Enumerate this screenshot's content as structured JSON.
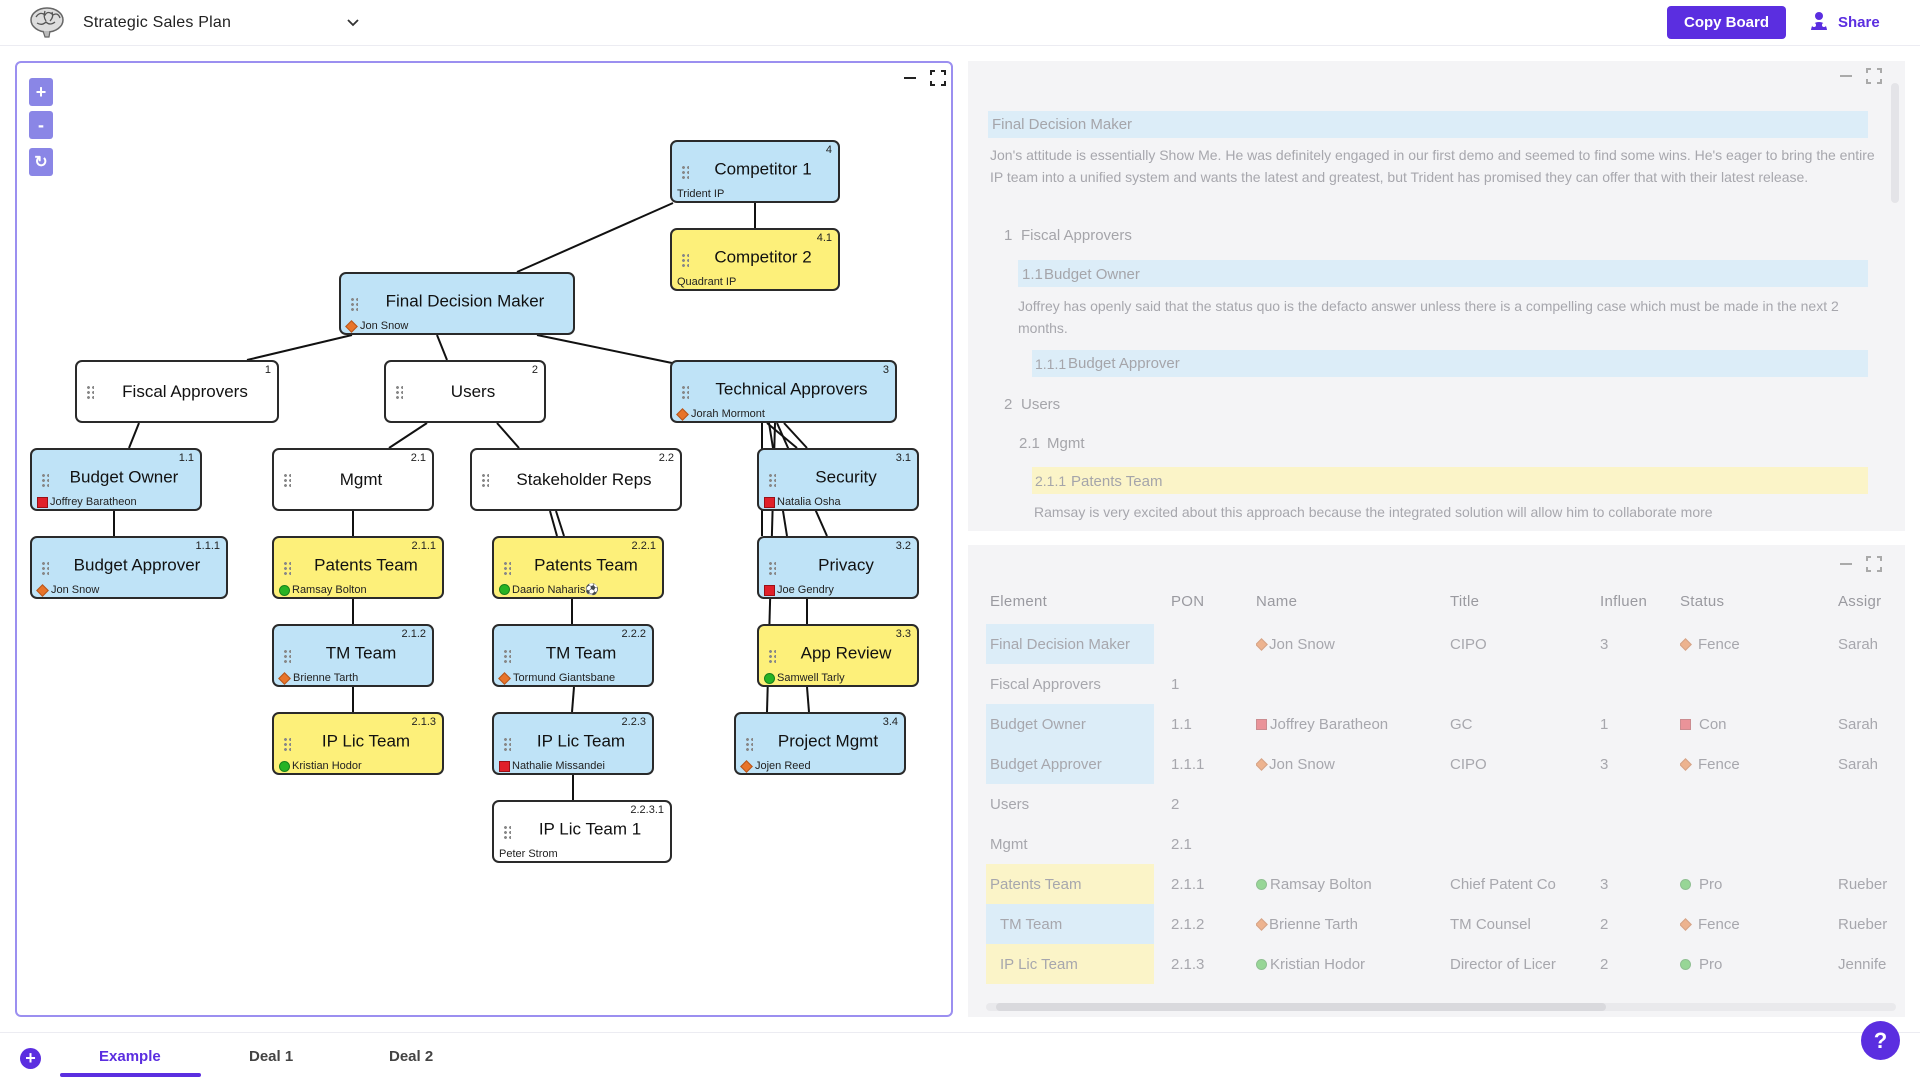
{
  "app": {
    "board_title": "Strategic Sales Plan"
  },
  "header": {
    "copy_board_label": "Copy Board",
    "share_label": "Share"
  },
  "canvas": {
    "zoom_in": "+",
    "zoom_out": "-",
    "reset": "↻",
    "nodes": [
      {
        "id": "comp1",
        "title": "Competitor 1",
        "num": "4",
        "person": "Trident IP",
        "marker": "none",
        "color": "blue"
      },
      {
        "id": "comp2",
        "title": "Competitor 2",
        "num": "4.1",
        "person": "Quadrant IP",
        "marker": "none",
        "color": "yellow"
      },
      {
        "id": "fdm",
        "title": "Final Decision Maker",
        "num": "",
        "person": "Jon Snow",
        "marker": "diamond",
        "color": "blue"
      },
      {
        "id": "fiscal",
        "title": "Fiscal Approvers",
        "num": "1",
        "person": "",
        "marker": "none",
        "color": "white"
      },
      {
        "id": "users",
        "title": "Users",
        "num": "2",
        "person": "",
        "marker": "none",
        "color": "white"
      },
      {
        "id": "tech",
        "title": "Technical Approvers",
        "num": "3",
        "person": "Jorah Mormont",
        "marker": "diamond",
        "color": "blue"
      },
      {
        "id": "bo",
        "title": "Budget Owner",
        "num": "1.1",
        "person": "Joffrey Baratheon",
        "marker": "square",
        "color": "blue"
      },
      {
        "id": "ba",
        "title": "Budget Approver",
        "num": "1.1.1",
        "person": "Jon Snow",
        "marker": "diamond",
        "color": "blue"
      },
      {
        "id": "mgmt",
        "title": "Mgmt",
        "num": "2.1",
        "person": "",
        "marker": "none",
        "color": "white"
      },
      {
        "id": "stake",
        "title": "Stakeholder  Reps",
        "num": "2.2",
        "person": "",
        "marker": "none",
        "color": "white"
      },
      {
        "id": "sec",
        "title": "Security",
        "num": "3.1",
        "person": "Natalia Osha",
        "marker": "square",
        "color": "blue"
      },
      {
        "id": "pt1",
        "title": "Patents Team",
        "num": "2.1.1",
        "person": "Ramsay Bolton",
        "marker": "circle",
        "color": "yellow"
      },
      {
        "id": "pt2",
        "title": "Patents Team",
        "num": "2.2.1",
        "person": "Daario Naharis⚽",
        "marker": "circle",
        "color": "yellow"
      },
      {
        "id": "priv",
        "title": "Privacy",
        "num": "3.2",
        "person": "Joe Gendry",
        "marker": "square",
        "color": "blue"
      },
      {
        "id": "tm1",
        "title": "TM Team",
        "num": "2.1.2",
        "person": "Brienne Tarth",
        "marker": "diamond",
        "color": "blue"
      },
      {
        "id": "tm2",
        "title": "TM Team",
        "num": "2.2.2",
        "person": "Tormund Giantsbane",
        "marker": "diamond",
        "color": "blue"
      },
      {
        "id": "app",
        "title": "App Review",
        "num": "3.3",
        "person": "Samwell Tarly",
        "marker": "circle",
        "color": "yellow"
      },
      {
        "id": "ip1",
        "title": "IP Lic Team",
        "num": "2.1.3",
        "person": "Kristian Hodor",
        "marker": "circle",
        "color": "yellow"
      },
      {
        "id": "ip2",
        "title": "IP Lic Team",
        "num": "2.2.3",
        "person": "Nathalie Missandei",
        "marker": "square",
        "color": "blue"
      },
      {
        "id": "pm",
        "title": "Project Mgmt",
        "num": "3.4",
        "person": "Jojen Reed",
        "marker": "diamond",
        "color": "blue"
      },
      {
        "id": "ip3",
        "title": "IP Lic Team 1",
        "num": "2.2.3.1",
        "person": "Peter Strom",
        "marker": "none",
        "color": "white"
      }
    ]
  },
  "outline": {
    "fdm_heading": "Final Decision Maker",
    "fdm_text": "Jon's attitude is essentially Show Me.  He was definitely engaged in our first demo and seemed to find some wins.  He's eager to bring the entire IP team into a unified system and wants the latest and greatest, but Trident has promised they can offer that with their latest release.",
    "fiscal_num": "1",
    "fiscal": "Fiscal Approvers",
    "bo_num": "1.1",
    "bo": "Budget Owner",
    "bo_text": "Joffrey has openly said that the status quo is the defacto answer unless there is a compelling case which must be made in the next 2 months.",
    "ba_num": "1.1.1",
    "ba": "Budget Approver",
    "users_num": "2",
    "users": "Users",
    "mgmt_num": "2.1",
    "mgmt": "Mgmt",
    "pt_num": "2.1.1",
    "pt": "Patents Team",
    "pt_text": "Ramsay is very excited about this approach because the integrated solution will allow him to collaborate more"
  },
  "table": {
    "headers": [
      "Element",
      "PON",
      "Name",
      "Title",
      "Influen",
      "Status",
      "Assigr"
    ],
    "rows": [
      {
        "element": "Final Decision Maker",
        "color": "blue",
        "pon": "",
        "name": "Jon Snow",
        "marker": "diamond",
        "title": "CIPO",
        "influence": "3",
        "status": "Fence",
        "status_marker": "diamond",
        "assigned": "Sarah"
      },
      {
        "element": "Fiscal Approvers",
        "color": "none",
        "pon": "1",
        "name": "",
        "marker": "none",
        "title": "",
        "influence": "",
        "status": "",
        "status_marker": "none",
        "assigned": ""
      },
      {
        "element": "Budget Owner",
        "color": "blue",
        "pon": "1.1",
        "name": "Joffrey Baratheon",
        "marker": "square",
        "title": "GC",
        "influence": "1",
        "status": "Con",
        "status_marker": "square",
        "assigned": "Sarah"
      },
      {
        "element": "Budget Approver",
        "color": "blue",
        "pon": "1.1.1",
        "name": "Jon Snow",
        "marker": "diamond",
        "title": "CIPO",
        "influence": "3",
        "status": "Fence",
        "status_marker": "diamond",
        "assigned": "Sarah"
      },
      {
        "element": "Users",
        "color": "none",
        "pon": "2",
        "name": "",
        "marker": "none",
        "title": "",
        "influence": "",
        "status": "",
        "status_marker": "none",
        "assigned": ""
      },
      {
        "element": "Mgmt",
        "color": "none",
        "pon": "2.1",
        "name": "",
        "marker": "none",
        "title": "",
        "influence": "",
        "status": "",
        "status_marker": "none",
        "assigned": ""
      },
      {
        "element": "Patents Team",
        "color": "yellow",
        "pon": "2.1.1",
        "name": "Ramsay Bolton",
        "marker": "circle",
        "title": "Chief Patent Co",
        "influence": "3",
        "status": "Pro",
        "status_marker": "circle",
        "assigned": "Rueber"
      },
      {
        "element": "TM Team",
        "color": "blue",
        "pon": "2.1.2",
        "name": "Brienne Tarth",
        "marker": "diamond",
        "title": "TM Counsel",
        "influence": "2",
        "status": "Fence",
        "status_marker": "diamond",
        "assigned": "Rueber"
      },
      {
        "element": "IP Lic Team",
        "color": "yellow",
        "pon": "2.1.3",
        "name": "Kristian Hodor",
        "marker": "circle",
        "title": "Director of Licer",
        "influence": "2",
        "status": "Pro",
        "status_marker": "circle",
        "assigned": "Jennife"
      }
    ]
  },
  "tabs": [
    {
      "label": "Example"
    },
    {
      "label": "Deal 1"
    },
    {
      "label": "Deal 2"
    }
  ],
  "help_label": "?"
}
